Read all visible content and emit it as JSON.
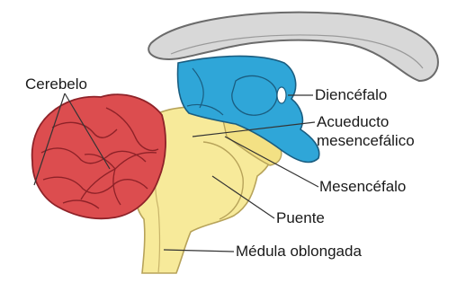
{
  "labels": {
    "cerebelo": "Cerebelo",
    "diencefalo": "Diencéfalo",
    "acueducto_line1": "Acueducto",
    "acueducto_line2": "mesencefálico",
    "mesencefalo": "Mesencéfalo",
    "puente": "Puente",
    "medula": "Médula oblongada"
  },
  "colors": {
    "cerebellum": "#dc4d4f",
    "cerebellum_folia": "#8e2228",
    "diencephalon": "#2fa6d8",
    "diencephalon_outline": "#1a5d80",
    "brainstem": "#f7ea9a",
    "brainstem_outline": "#b7a35a",
    "corpus_callosum": "#d8d8d8",
    "corpus_callosum_outline": "#6b6b6b",
    "leader_line": "#333333"
  }
}
